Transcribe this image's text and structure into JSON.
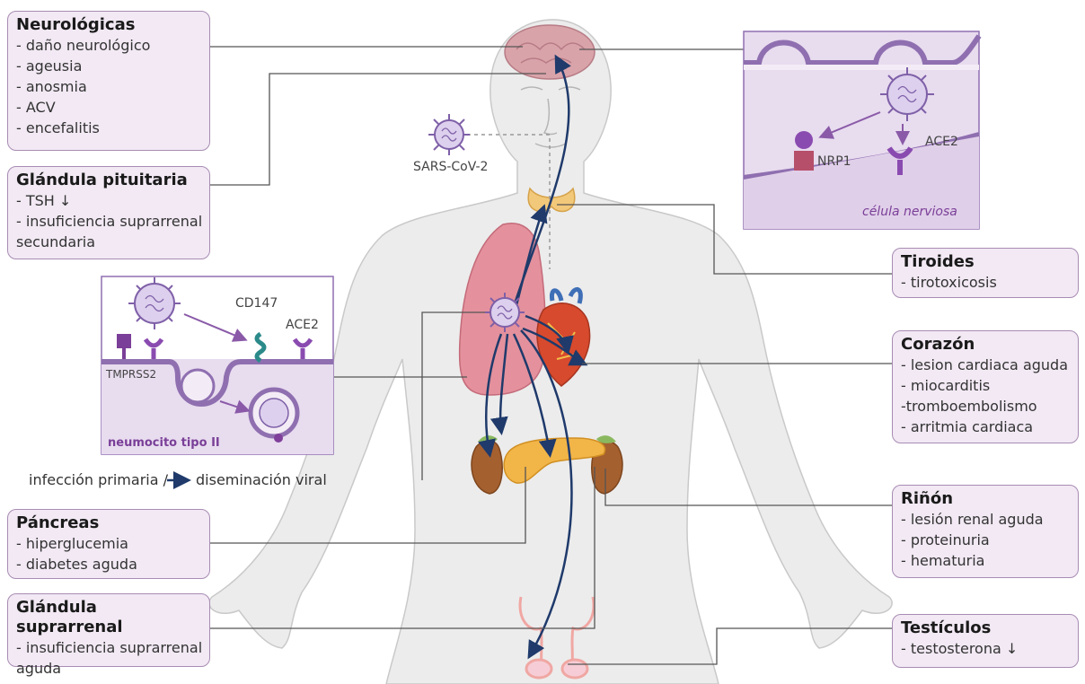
{
  "boxes": {
    "neurologicas": {
      "title": "Neurológicas",
      "items": [
        "- daño neurológico",
        "- ageusia",
        "- anosmia",
        "- ACV",
        "- encefalitis"
      ]
    },
    "pituitaria": {
      "title": "Glándula pituitaria",
      "items": [
        "- TSH ↓",
        "- insuficiencia suprarrenal",
        "secundaria"
      ]
    },
    "tiroides": {
      "title": "Tiroides",
      "items": [
        "- tirotoxicosis"
      ]
    },
    "corazon": {
      "title": "Corazón",
      "items": [
        "- lesion cardiaca aguda",
        "- miocarditis",
        "-tromboembolismo",
        "- arritmia cardiaca"
      ]
    },
    "rinon": {
      "title": "Riñón",
      "items": [
        "- lesión renal aguda",
        "- proteinuria",
        "- hematuria"
      ]
    },
    "pancreas": {
      "title": "Páncreas",
      "items": [
        "- hiperglucemia",
        "- diabetes aguda"
      ]
    },
    "suprarrenal": {
      "title": "Glándula suprarrenal",
      "items": [
        "- insuficiencia suprarrenal",
        "aguda"
      ]
    },
    "testiculos": {
      "title": "Testículos",
      "items": [
        "- testosterona ↓"
      ]
    }
  },
  "labels": {
    "sars": "SARS-CoV-2",
    "nerve_cell": "célula nerviosa",
    "nrp1": "NRP1",
    "ace2_nerve": "ACE2",
    "cd147": "CD147",
    "ace2_lung": "ACE2",
    "tmprss2": "TMPRSS2",
    "neumocito": "neumocito tipo II"
  },
  "legend": {
    "primary": "infección primaria /",
    "spread": "diseminación viral"
  },
  "colors": {
    "box_fill": "#f2e9f4",
    "box_border": "#a88cb3",
    "membrane": "#8f6fb0",
    "virus": "#7f60a8",
    "arrow": "#1f3a6b",
    "body": "#ebebeb",
    "lung": "#d9788a"
  }
}
